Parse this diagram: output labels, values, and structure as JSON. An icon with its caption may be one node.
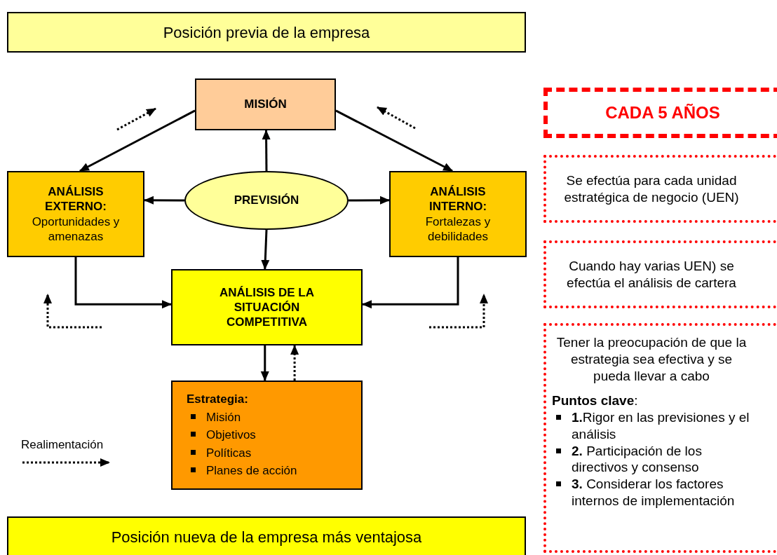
{
  "diagram": {
    "nodes": [
      {
        "text": [
          "Posición previa de la empresa"
        ]
      },
      {
        "text": [
          "MISIÓN"
        ]
      },
      {
        "text": [
          "ANÁLISIS EXTERNO:",
          "Oportunidades y amenazas"
        ]
      },
      {
        "text": [
          "PREVISIÓN"
        ]
      },
      {
        "text": [
          "ANÁLISIS INTERNO:",
          "Fortalezas y debilidades"
        ]
      },
      {
        "text": [
          "ANÁLISIS DE LA SITUACIÓN COMPETITIVA"
        ]
      },
      {
        "text": [
          "Estrategia:",
          "Misión",
          "Objetivos",
          "Políticas",
          "Planes de acción"
        ]
      },
      {
        "text": [
          "Posición nueva de la empresa más ventajosa"
        ]
      },
      {
        "text": [
          "CADA 5 AÑOS"
        ]
      },
      {
        "text": [
          "Se efectúa para cada unidad estratégica de negocio (UEN)"
        ]
      },
      {
        "text": [
          "Cuando hay varias UEN) se efectúa el análisis de cartera"
        ]
      },
      {
        "text": [
          "Tener la preocupación de que la estrategia sea efectiva y se pueda llevar a cabo",
          "**Puntos clave**:",
          "**1.**Rigor en las previsiones y el análisis",
          "**2.** Participación de los directivos y consenso",
          "**3.** Considerar los factores internos de implementación"
        ]
      }
    ],
    "edges": [
      {
        "from": 1,
        "to": 2,
        "arrow": "to"
      },
      {
        "from": 1,
        "to": 4,
        "arrow": "to"
      },
      {
        "from": 3,
        "to": 1,
        "arrow": "to"
      },
      {
        "from": 3,
        "to": 2,
        "arrow": "to"
      },
      {
        "from": 3,
        "to": 4,
        "arrow": "to"
      },
      {
        "from": 3,
        "to": 5,
        "arrow": "to"
      },
      {
        "from": 2,
        "to": 5,
        "arrow": "to"
      },
      {
        "from": 4,
        "to": 5,
        "arrow": "to"
      },
      {
        "from": 5,
        "to": 6,
        "arrow": "to"
      },
      {
        "from": 6,
        "to": 5,
        "arrow": "to",
        "style": "dashed"
      }
    ],
    "legend": [
      {
        "text": "Realimentación"
      }
    ]
  }
}
